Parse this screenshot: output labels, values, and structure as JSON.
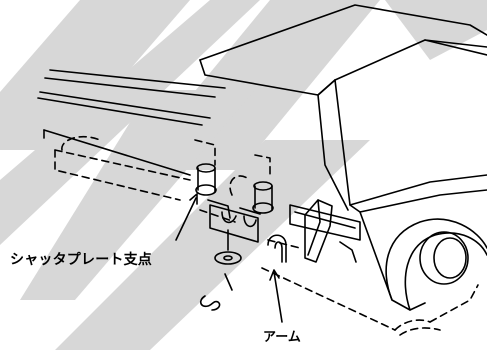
{
  "diagram": {
    "labels": {
      "shutter_plate_pivot": "シャッタプレート支点",
      "arm": "アーム"
    },
    "colors": {
      "background": "#ffffff",
      "ink": "#000000",
      "watermark": "#d3d3d3"
    },
    "watermark": {
      "shape": "diagonal-stripes",
      "count": 4
    }
  }
}
